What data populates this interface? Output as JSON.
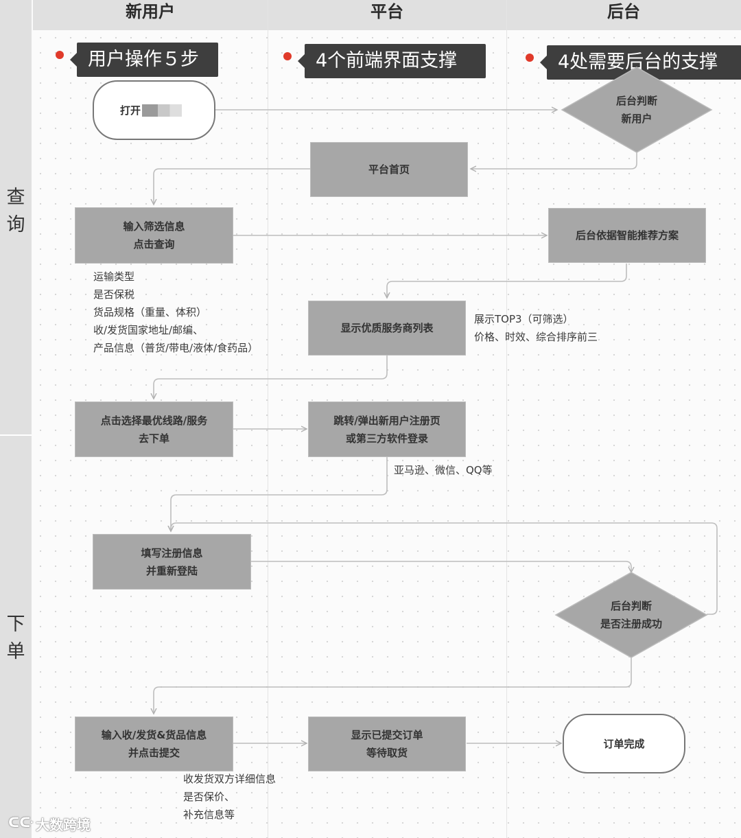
{
  "lanes": {
    "new_user": "新用户",
    "platform": "平台",
    "backend": "后台"
  },
  "phases": {
    "query": [
      "查",
      "询"
    ],
    "order": [
      "下",
      "单"
    ]
  },
  "badges": {
    "user_steps": "用户操作５步",
    "frontend_screens": "4个前端界面支撑",
    "backend_support": "4处需要后台的支撑"
  },
  "nodes": {
    "open_app": "打开",
    "judge_new_user": [
      "后台判断",
      "新用户"
    ],
    "platform_home": "平台首页",
    "input_filter": [
      "输入筛选信息",
      "点击查询"
    ],
    "smart_recommend": "后台依据智能推荐方案",
    "show_providers": "显示优质服务商列表",
    "select_route": [
      "点击选择最优线路/服务",
      "去下单"
    ],
    "register_popup": [
      "跳转/弹出新用户注册页",
      "或第三方软件登录"
    ],
    "fill_register": [
      "填写注册信息",
      "并重新登陆"
    ],
    "judge_register": [
      "后台判断",
      "是否注册成功"
    ],
    "input_goods": [
      "输入收/发货&货品信息",
      "并点击提交"
    ],
    "show_submitted": [
      "显示已提交订单",
      "等待取货"
    ],
    "order_done": "订单完成"
  },
  "annotations": {
    "filter_fields": [
      "运输类型",
      "是否保税",
      "货品规格（重量、体积）",
      "收/发货国家地址/邮编、",
      "产品信息（普货/带电/液体/食药品）"
    ],
    "top3": [
      "展示TOP3（可筛选）",
      "价格、时效、综合排序前三"
    ],
    "third_party": "亚马逊、微信、QQ等",
    "order_details": [
      "收发货双方详细信息",
      "是否保价、",
      "补充信息等"
    ]
  },
  "watermark": "大数跨境",
  "colors": {
    "node_fill": "#a7a7a7",
    "badge_bg": "#3e3e3e",
    "dot": "#e03a2a",
    "connector": "#bdbdbd"
  }
}
